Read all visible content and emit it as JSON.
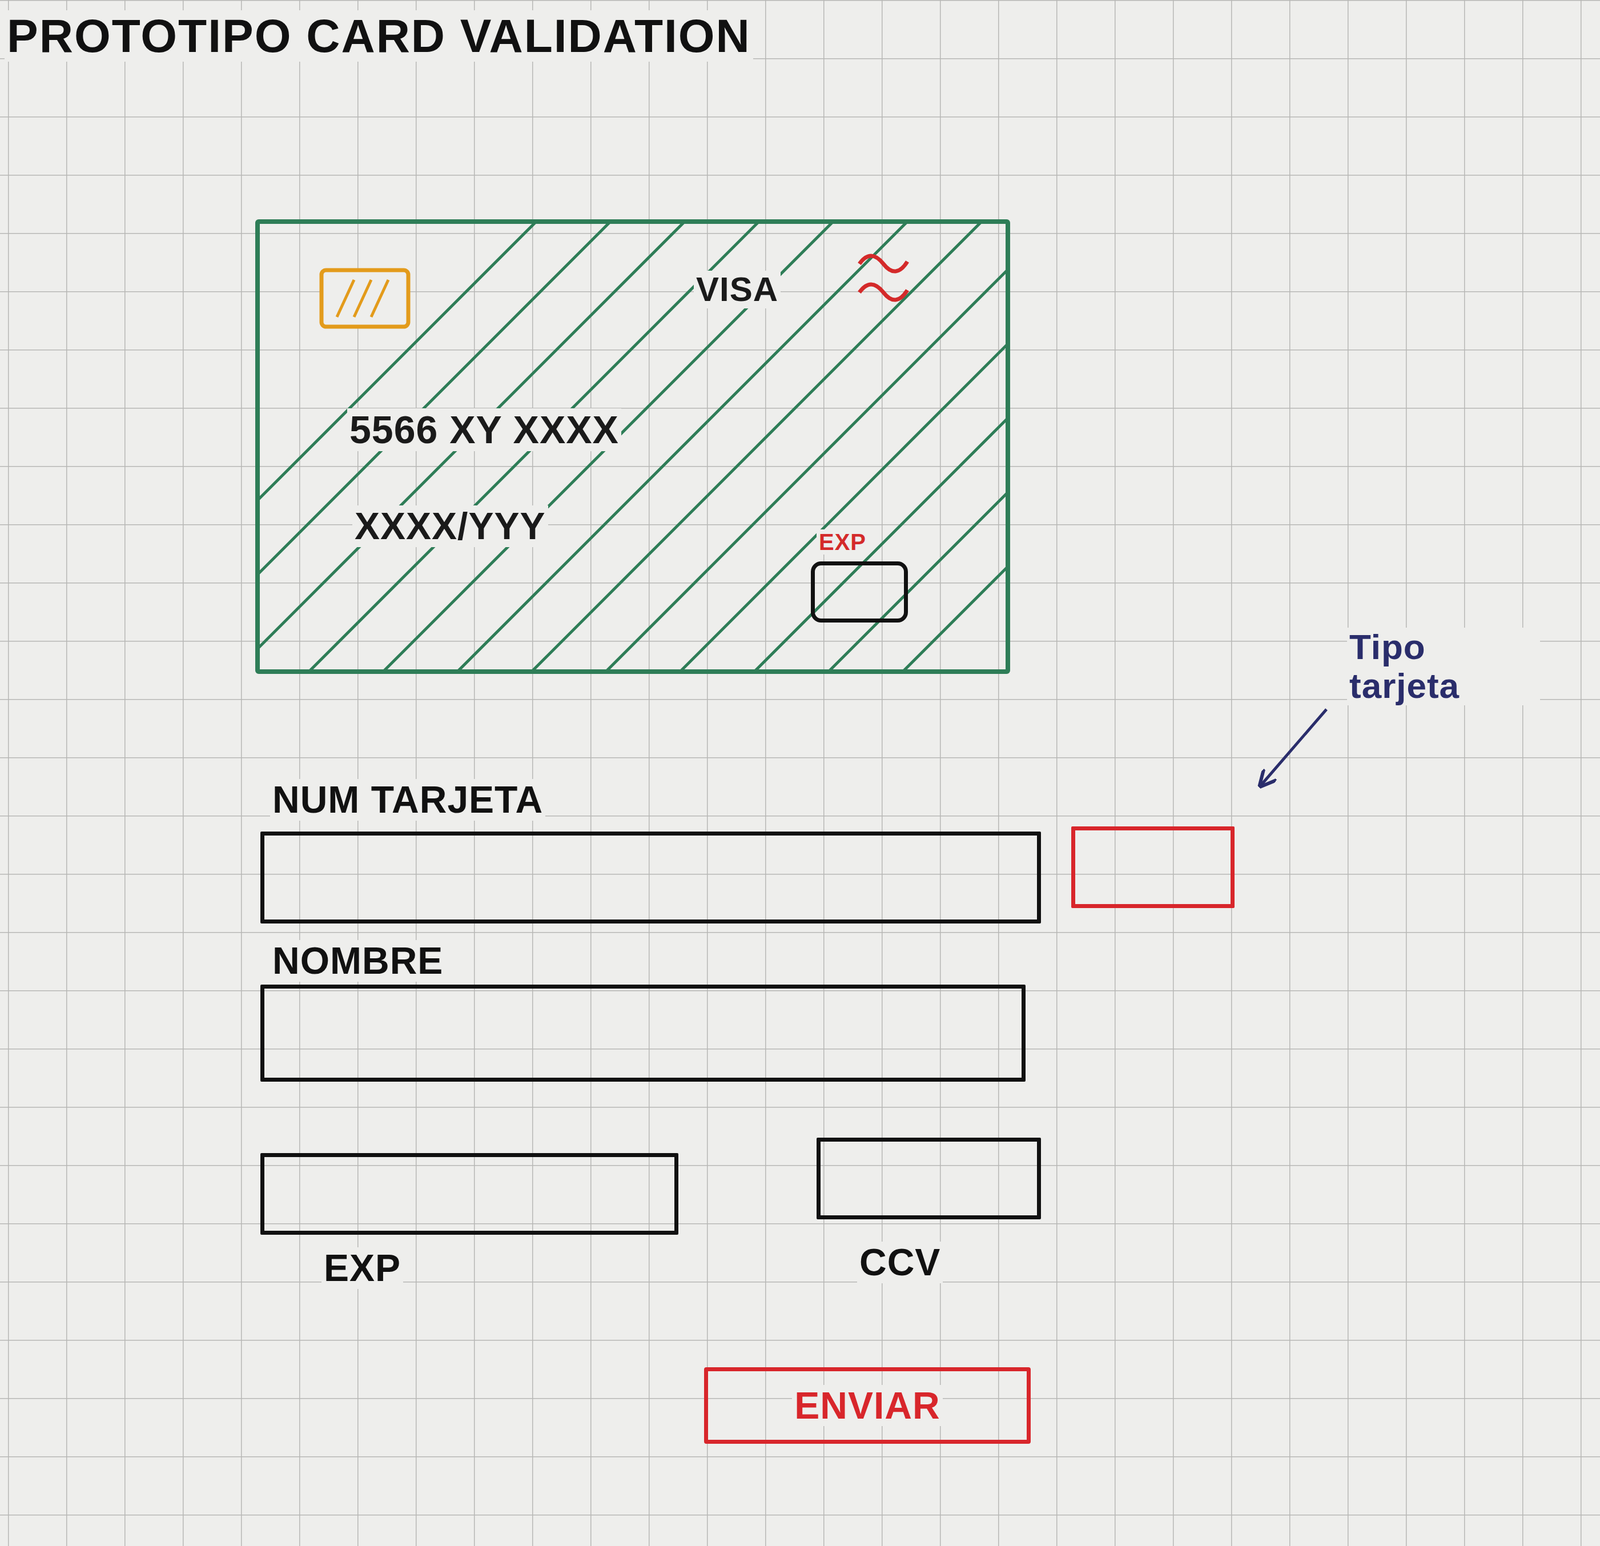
{
  "diagram": {
    "title": "PROTOTIPO CARD VALIDATION",
    "nodes": [
      {
        "text": [
          "VISA",
          "5566 XY XXXX",
          "XXXX/YYY"
        ]
      },
      {
        "text": [
          "EXP"
        ],
        "in": 0
      },
      {
        "text": [
          "NUM TARJETA"
        ]
      },
      {
        "text": [
          "Tipo tarjeta"
        ]
      },
      {
        "text": [
          "NOMBRE"
        ]
      },
      {
        "text": [
          "EXP"
        ]
      },
      {
        "text": [
          "CCV"
        ]
      },
      {
        "text": [
          "ENVIAR"
        ]
      }
    ]
  }
}
